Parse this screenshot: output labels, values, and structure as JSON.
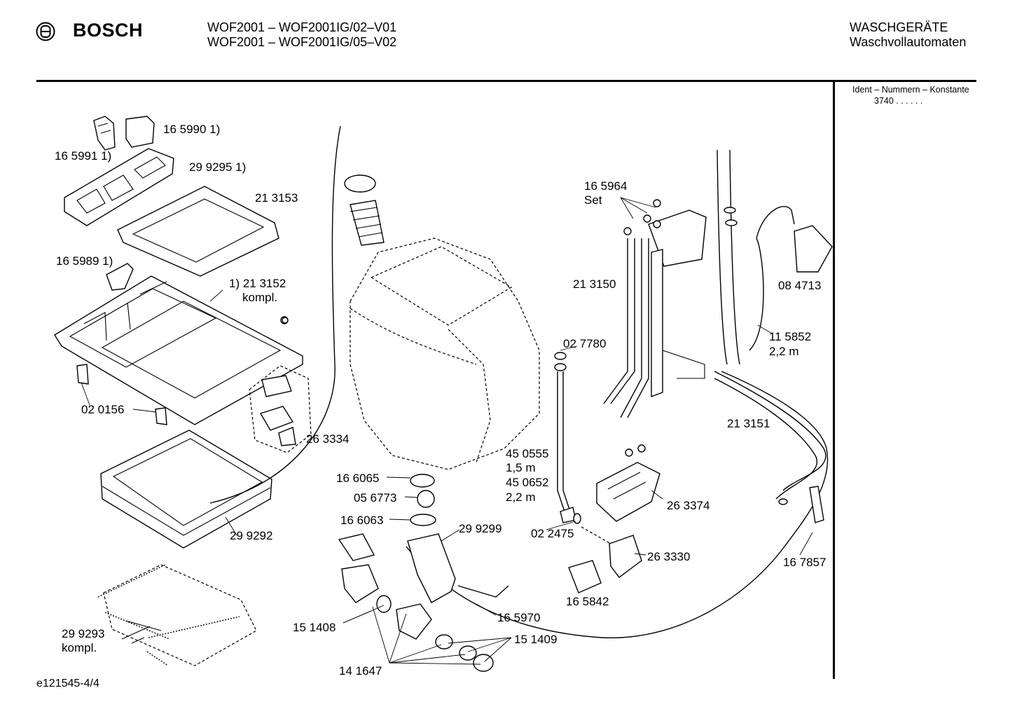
{
  "header": {
    "brand": "BOSCH",
    "model_lines": [
      "WOF2001 – WOF2001IG/02–V01",
      "WOF2001 – WOF2001IG/05–V02"
    ],
    "category": "WASCHGERÄTE",
    "subcategory": "Waschvollautomaten"
  },
  "ident": {
    "title": "Ident – Nummern – Konstante",
    "value": "3740  . .   . . . ."
  },
  "footer": "e121545-4/4",
  "part_labels": [
    {
      "id": "p1",
      "lines": [
        "16 5990 1)"
      ]
    },
    {
      "id": "p2",
      "lines": [
        "16 5991 1)"
      ]
    },
    {
      "id": "p3",
      "lines": [
        "29 9295 1)"
      ]
    },
    {
      "id": "p4",
      "lines": [
        "21 3153"
      ]
    },
    {
      "id": "p5",
      "lines": [
        "16 5989 1)"
      ]
    },
    {
      "id": "p6",
      "lines": [
        "1) 21 3152",
        "kompl."
      ]
    },
    {
      "id": "p7",
      "lines": [
        "02 0156"
      ]
    },
    {
      "id": "p8",
      "lines": [
        "26 3334"
      ]
    },
    {
      "id": "p9",
      "lines": [
        "29 9292"
      ]
    },
    {
      "id": "p10",
      "lines": [
        "29 9293",
        "kompl."
      ]
    },
    {
      "id": "p11",
      "lines": [
        "16 6065"
      ]
    },
    {
      "id": "p12",
      "lines": [
        "05 6773"
      ]
    },
    {
      "id": "p13",
      "lines": [
        "16 6063"
      ]
    },
    {
      "id": "p14",
      "lines": [
        "29 9299"
      ]
    },
    {
      "id": "p15",
      "lines": [
        "15 1408"
      ]
    },
    {
      "id": "p16",
      "lines": [
        "14 1647"
      ]
    },
    {
      "id": "p17",
      "lines": [
        "15 1409"
      ]
    },
    {
      "id": "p18",
      "lines": [
        "16 5970"
      ]
    },
    {
      "id": "p19",
      "lines": [
        "16 5964",
        "Set"
      ]
    },
    {
      "id": "p20",
      "lines": [
        "21 3150"
      ]
    },
    {
      "id": "p21",
      "lines": [
        "02 7780"
      ]
    },
    {
      "id": "p22",
      "lines": [
        "45 0555",
        "1,5 m",
        "45 0652",
        "2,2 m"
      ]
    },
    {
      "id": "p23",
      "lines": [
        "02 2475"
      ]
    },
    {
      "id": "p24",
      "lines": [
        "26 3374"
      ]
    },
    {
      "id": "p25",
      "lines": [
        "26 3330"
      ]
    },
    {
      "id": "p26",
      "lines": [
        "16 5842"
      ]
    },
    {
      "id": "p27",
      "lines": [
        "08 4713"
      ]
    },
    {
      "id": "p28",
      "lines": [
        "11 5852",
        "2,2 m"
      ]
    },
    {
      "id": "p29",
      "lines": [
        "21 3151"
      ]
    },
    {
      "id": "p30",
      "lines": [
        "16 7857"
      ]
    }
  ]
}
